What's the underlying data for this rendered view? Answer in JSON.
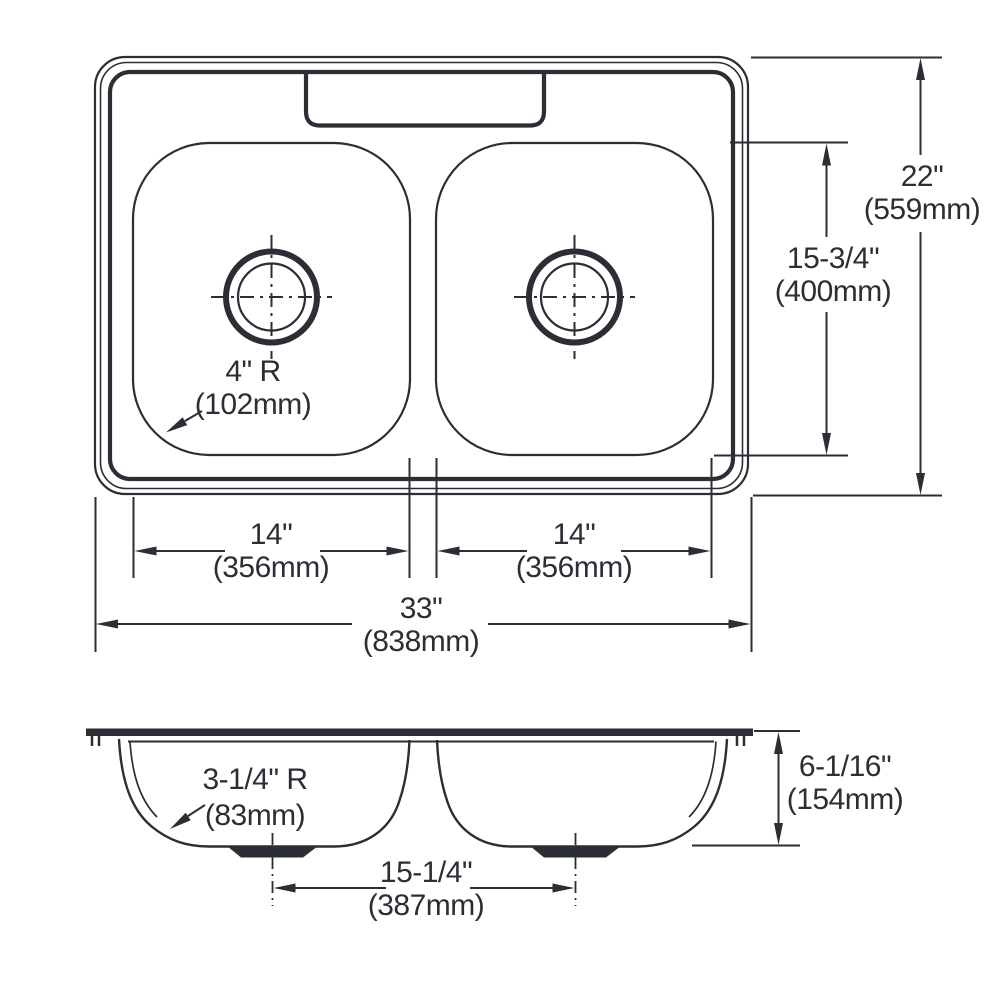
{
  "colors": {
    "ink": "#2b2e34",
    "background": "#ffffff"
  },
  "top_view": {
    "labels": {
      "overall_depth": {
        "inches": "22\"",
        "metric": "(559mm)"
      },
      "bowl_length": {
        "inches": "15-3/4\"",
        "metric": "(400mm)"
      },
      "corner_radius": {
        "inches": "4\" R",
        "metric": "(102mm)"
      },
      "left_bowl_width": {
        "inches": "14\"",
        "metric": "(356mm)"
      },
      "right_bowl_width": {
        "inches": "14\"",
        "metric": "(356mm)"
      },
      "overall_width": {
        "inches": "33\"",
        "metric": "(838mm)"
      }
    }
  },
  "side_view": {
    "labels": {
      "bottom_radius": {
        "inches": "3-1/4\" R",
        "metric": "(83mm)"
      },
      "bowl_depth": {
        "inches": "6-1/16\"",
        "metric": "(154mm)"
      },
      "drain_centers": {
        "inches": "15-1/4\"",
        "metric": "(387mm)"
      }
    }
  }
}
